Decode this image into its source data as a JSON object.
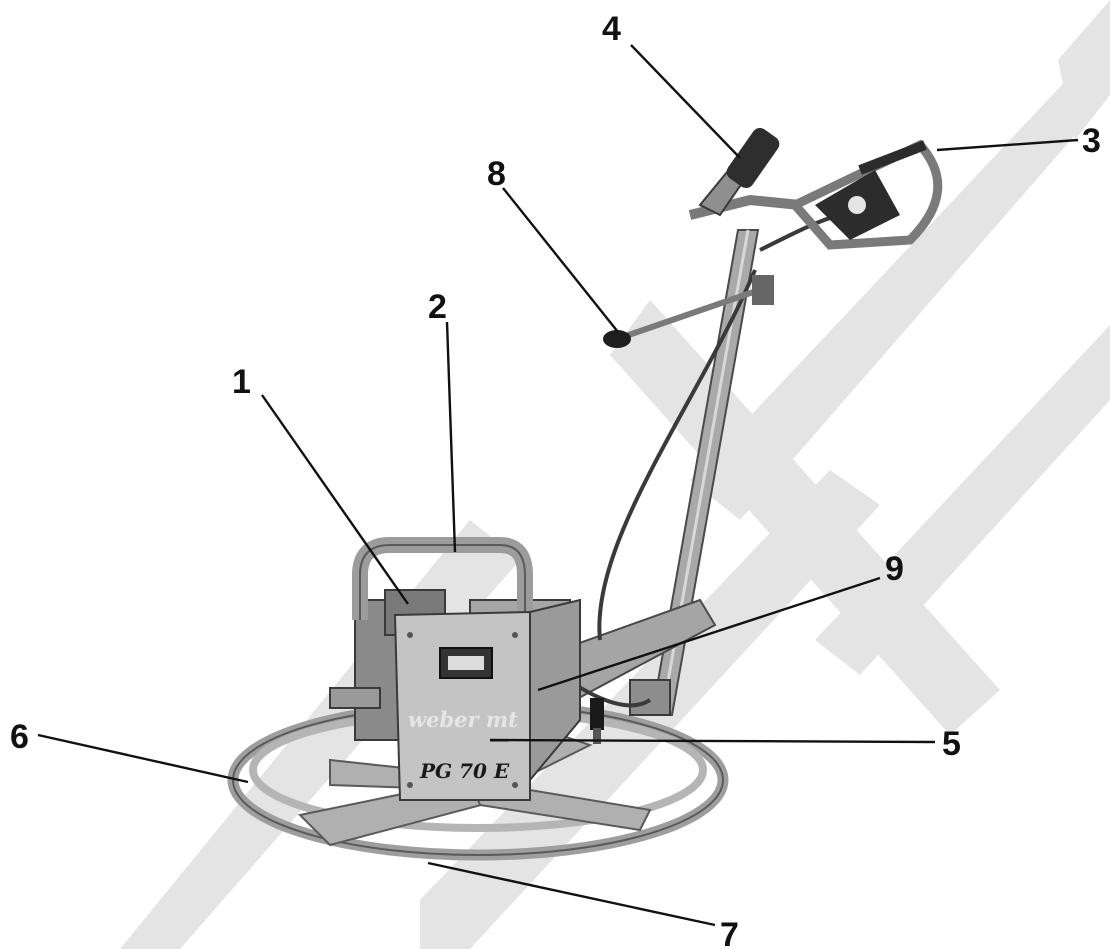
{
  "figure": {
    "product_logo": "weber mt",
    "model_plate": "PG 70 E",
    "callouts": [
      {
        "id": "1",
        "label": "1"
      },
      {
        "id": "2",
        "label": "2"
      },
      {
        "id": "3",
        "label": "3"
      },
      {
        "id": "4",
        "label": "4"
      },
      {
        "id": "5",
        "label": "5"
      },
      {
        "id": "6",
        "label": "6"
      },
      {
        "id": "7",
        "label": "7"
      },
      {
        "id": "8",
        "label": "8"
      },
      {
        "id": "9",
        "label": "9"
      }
    ]
  },
  "colors": {
    "background": "#ffffff",
    "watermark": "#e4e4e4",
    "metal_light": "#c9c9c9",
    "metal_mid": "#9e9e9e",
    "metal_dark": "#3a3a3a",
    "ink": "#111111"
  }
}
